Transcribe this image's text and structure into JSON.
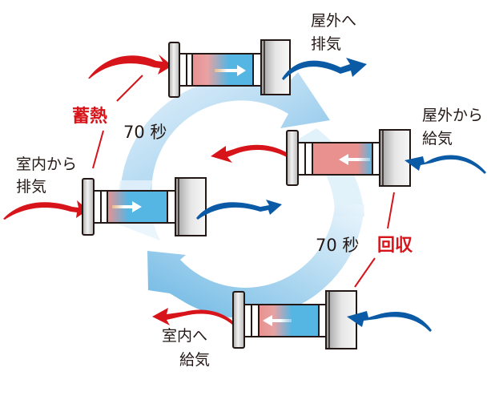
{
  "diagram": {
    "title": "",
    "colors": {
      "warm": "#e8918f",
      "cool": "#55b5e3",
      "red_arrow": "#d7141a",
      "blue_arrow": "#0a5aa6",
      "cycle_arrow": "#5aaee0",
      "outline": "#231815"
    },
    "labels": {
      "heat_storage": "蓄熱",
      "heat_recovery": "回収",
      "duration_top": "70 秒",
      "duration_bottom": "70 秒",
      "exhaust_from_indoor_line1": "室内から",
      "exhaust_from_indoor_line2": "排気",
      "exhaust_to_outdoor_line1": "屋外へ",
      "exhaust_to_outdoor_line2": "排気",
      "supply_from_outdoor_line1": "屋外から",
      "supply_from_outdoor_line2": "給気",
      "supply_to_indoor_line1": "室内へ",
      "supply_to_indoor_line2": "給気"
    },
    "units": [
      {
        "name": "top-unit",
        "mode": "exhaust",
        "flow": "right"
      },
      {
        "name": "right-unit",
        "mode": "supply",
        "flow": "left"
      },
      {
        "name": "left-unit",
        "mode": "exhaust",
        "flow": "right"
      },
      {
        "name": "bottom-unit",
        "mode": "supply",
        "flow": "left"
      }
    ]
  }
}
